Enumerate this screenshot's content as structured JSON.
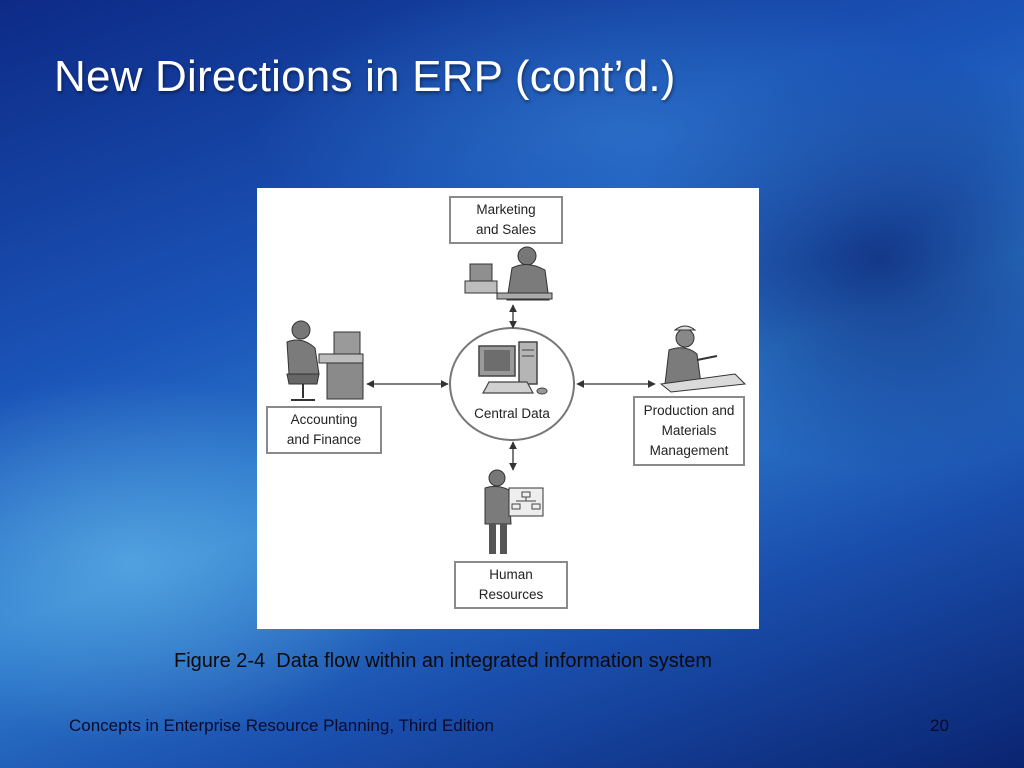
{
  "slide": {
    "title": "New Directions in ERP (cont’d.)",
    "caption": "Figure 2-4  Data flow within an integrated information system",
    "footer_text": "Concepts in Enterprise Resource Planning, Third Edition",
    "page_number": "20"
  },
  "diagram": {
    "marketing": {
      "line1": "Marketing",
      "line2": "and Sales"
    },
    "accounting": {
      "line1": "Accounting",
      "line2": "and Finance"
    },
    "production": {
      "line1": "Production and",
      "line2": "Materials",
      "line3": "Management"
    },
    "human_resources": {
      "line1": "Human",
      "line2": "Resources"
    },
    "center": {
      "label": "Central Data"
    }
  }
}
